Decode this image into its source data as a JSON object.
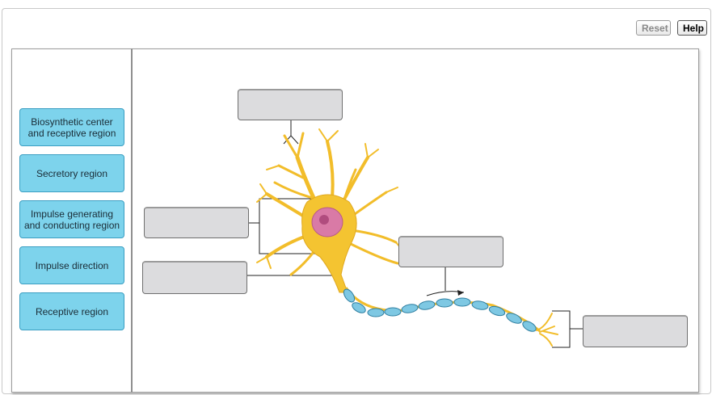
{
  "toolbar": {
    "reset_label": "Reset",
    "help_label": "Help"
  },
  "labels": [
    {
      "id": "biosynthetic",
      "text": "Biosynthetic center and receptive region"
    },
    {
      "id": "secretory",
      "text": "Secretory region"
    },
    {
      "id": "impulse-generating",
      "text": "Impulse generating and conducting region"
    },
    {
      "id": "impulse-direction",
      "text": "Impulse direction"
    },
    {
      "id": "receptive",
      "text": "Receptive region"
    }
  ],
  "drop_targets": [
    {
      "id": "dendrite-target",
      "value": ""
    },
    {
      "id": "cell-body-target",
      "value": ""
    },
    {
      "id": "axon-hillock-target",
      "value": ""
    },
    {
      "id": "axon-arrow-target",
      "value": ""
    },
    {
      "id": "axon-terminal-target",
      "value": ""
    }
  ],
  "colors": {
    "label_fill": "#7dd3ec",
    "neuron_yellow": "#f4c431",
    "nucleus": "#d97aa6",
    "myelin": "#7ec8e3"
  }
}
